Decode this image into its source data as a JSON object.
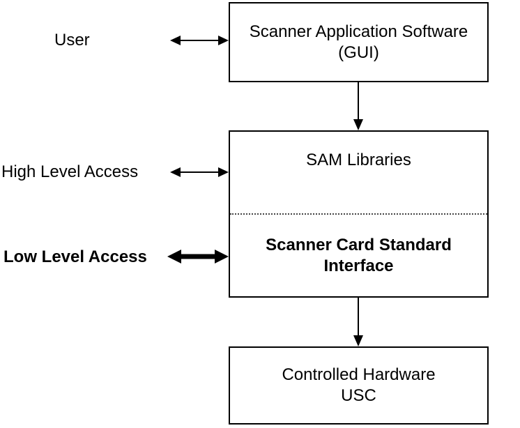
{
  "labels": {
    "user": "User",
    "high_level": "High Level Access",
    "low_level": "Low Level Access"
  },
  "boxes": {
    "application": {
      "line1": "Scanner Application Software",
      "line2": "(GUI)"
    },
    "sam": {
      "title": "SAM Libraries"
    },
    "interface": {
      "line1": "Scanner Card Standard",
      "line2": "Interface"
    },
    "hardware": {
      "line1": "Controlled Hardware",
      "line2": "USC"
    }
  },
  "arrows": {
    "user_gui": "bidirectional",
    "high_level_sam": "bidirectional",
    "low_level_interface": "bidirectional-bold",
    "gui_to_sam": "down",
    "interface_to_hardware": "down"
  },
  "colors": {
    "line": "#000000",
    "background": "#ffffff",
    "divider": "#444444"
  }
}
